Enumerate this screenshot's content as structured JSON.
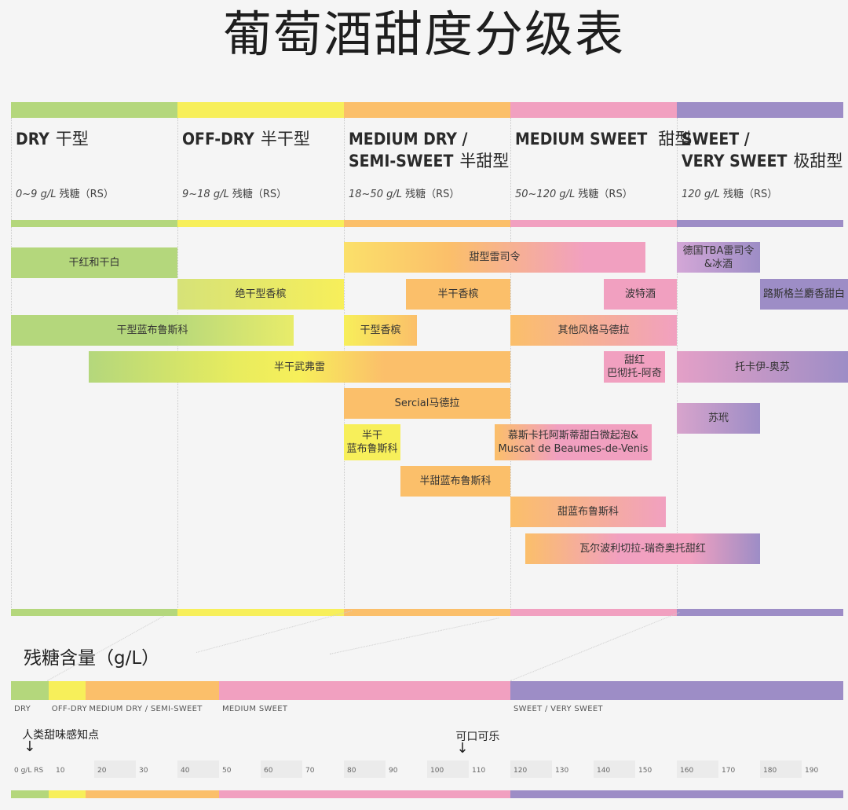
{
  "title": "葡萄酒甜度分级表",
  "categories": [
    {
      "en": "DRY",
      "cn": "干型",
      "range": "0~9 g/L",
      "rs": "残糖（RS）"
    },
    {
      "en": "OFF-DRY",
      "cn": "半干型",
      "range": "9~18 g/L",
      "rs": "残糖（RS）"
    },
    {
      "en": "MEDIUM DRY /",
      "en2": "SEMI-SWEET",
      "cn": "半甜型",
      "range": "18~50 g/L",
      "rs": "残糖（RS）"
    },
    {
      "en": "MEDIUM SWEET",
      "cn": "甜型",
      "range": "50~120 g/L",
      "rs": "残糖（RS）"
    },
    {
      "en": "SWEET /",
      "en2": "VERY SWEET",
      "cn": "极甜型",
      "range": "120 g/L",
      "rs": "残糖（RS）"
    }
  ],
  "colors": {
    "dry": "#b4d77c",
    "off_dry": "#f7ef5a",
    "medium_dry": "#fbbf6a",
    "medium_sweet": "#f1a0c0",
    "sweet": "#9d8dc6"
  },
  "wines": [
    {
      "label": "干红和干白"
    },
    {
      "label": "甜型雷司令"
    },
    {
      "label": "德国TBA雷司令\n&冰酒"
    },
    {
      "label": "绝干型香槟"
    },
    {
      "label": "半干香槟"
    },
    {
      "label": "波特酒"
    },
    {
      "label": "路斯格兰麝香甜白"
    },
    {
      "label": "干型蓝布鲁斯科"
    },
    {
      "label": "干型香槟"
    },
    {
      "label": "其他风格马德拉"
    },
    {
      "label": "半干武弗雷"
    },
    {
      "label": "甜红\n巴彻托-阿奇"
    },
    {
      "label": "托卡伊-奥苏"
    },
    {
      "label": "Sercial马德拉"
    },
    {
      "label": "苏玳"
    },
    {
      "label": "半干\n蓝布鲁斯科"
    },
    {
      "label": "慕斯卡托阿斯蒂甜白微起泡&\nMuscat de Beaumes-de-Venis"
    },
    {
      "label": "半甜蓝布鲁斯科"
    },
    {
      "label": "甜蓝布鲁斯科"
    },
    {
      "label": "瓦尔波利切拉-瑞奇奥托甜红"
    }
  ],
  "scale": {
    "title": "残糖含量（g/L）",
    "labels": [
      "DRY",
      "OFF-DRY",
      "MEDIUM DRY / SEMI-SWEET",
      "MEDIUM SWEET",
      "SWEET / VERY SWEET"
    ],
    "thresholds_gL": [
      0,
      9,
      18,
      50,
      120,
      200
    ],
    "notes": [
      {
        "text": "人类甜味感知点",
        "value_gL": 4
      },
      {
        "text": "可口可乐",
        "value_gL": 108
      }
    ],
    "ticks": [
      "0 g/L RS",
      "10",
      "20",
      "30",
      "40",
      "50",
      "60",
      "70",
      "80",
      "90",
      "100",
      "110",
      "120",
      "130",
      "140",
      "150",
      "160",
      "170",
      "180",
      "190"
    ]
  }
}
